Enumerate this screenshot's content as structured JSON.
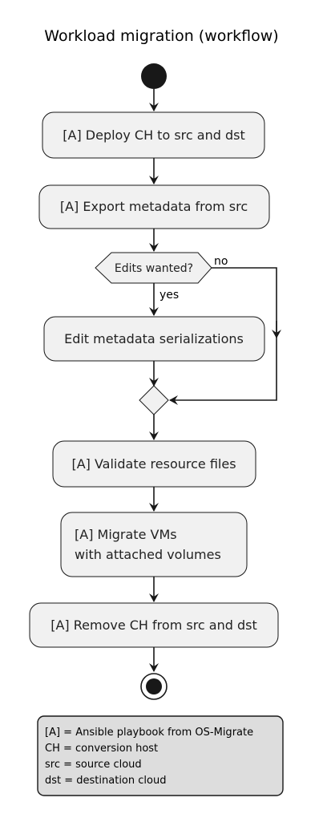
{
  "title": "Workload migration (workflow)",
  "steps": {
    "deploy": "[A] Deploy CH to src and dst",
    "export": "[A] Export metadata from src",
    "decision": "Edits wanted?",
    "edit": "Edit metadata serializations",
    "validate": "[A] Validate resource files",
    "migrate_line1": "[A] Migrate VMs",
    "migrate_line2": "with attached volumes",
    "remove": "[A] Remove CH from src and dst"
  },
  "branches": {
    "yes": "yes",
    "no": "no"
  },
  "legend": [
    "[A] = Ansible playbook from OS-Migrate",
    "CH = conversion host",
    "src = source cloud",
    "dst = destination cloud"
  ]
}
